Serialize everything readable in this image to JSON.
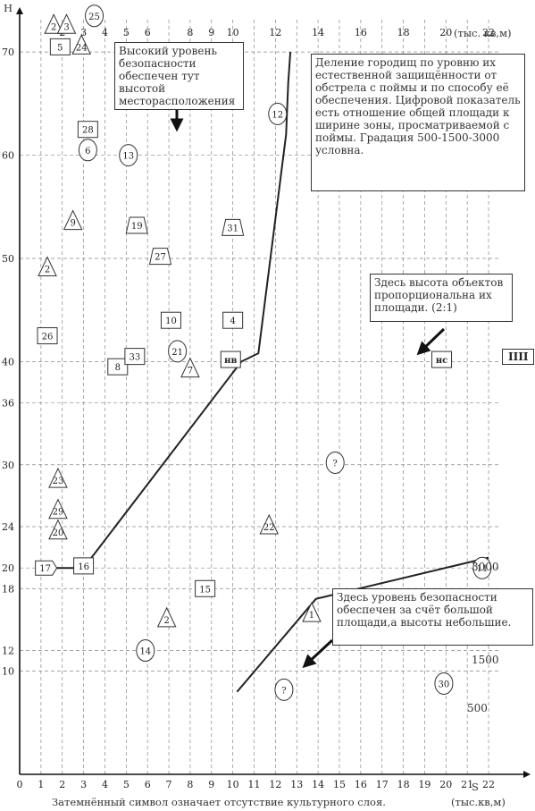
{
  "chart_data": {
    "type": "scatter",
    "x_axis": {
      "label": "S",
      "unit": "(тыс.кв,м)",
      "ticks": [
        0,
        1,
        2,
        3,
        4,
        5,
        6,
        7,
        8,
        9,
        10,
        11,
        12,
        13,
        14,
        15,
        16,
        17,
        18,
        19,
        20,
        21,
        22
      ],
      "xlim": [
        0,
        23.8
      ]
    },
    "x_axis_top": {
      "unit": "(тыс. кв,м)",
      "ticks": [
        2,
        3,
        4,
        5,
        6,
        8,
        9,
        10,
        12,
        14,
        16,
        18,
        20,
        22
      ]
    },
    "y_axis": {
      "label": "H",
      "ticks": [
        10,
        12,
        18,
        20,
        24,
        30,
        36,
        40,
        50,
        60,
        70
      ],
      "ylim": [
        0,
        74
      ]
    },
    "grid": true,
    "series": [
      {
        "points": [
          [
            0.8,
            20
          ],
          [
            3.0,
            20
          ],
          [
            10.4,
            40
          ],
          [
            11.2,
            40.8
          ],
          [
            12.5,
            62
          ],
          [
            12.6,
            67
          ],
          [
            12.7,
            70
          ]
        ]
      },
      {
        "points": [
          [
            10.2,
            8
          ],
          [
            13.9,
            17
          ],
          [
            22,
            21
          ]
        ]
      }
    ],
    "markers": [
      {
        "label": "25",
        "shape": "circle",
        "x": 3.5,
        "y": 73.5
      },
      {
        "label": "2",
        "shape": "triangle",
        "x": 1.6,
        "y": 72.5
      },
      {
        "label": "3",
        "shape": "triangle",
        "x": 2.2,
        "y": 72.5
      },
      {
        "label": "5",
        "shape": "square",
        "x": 1.9,
        "y": 70.5
      },
      {
        "label": "24",
        "shape": "triangle",
        "x": 2.9,
        "y": 70.5
      },
      {
        "label": "28",
        "shape": "square",
        "x": 3.2,
        "y": 62.5
      },
      {
        "label": "6",
        "shape": "circle",
        "x": 3.2,
        "y": 60.5
      },
      {
        "label": "13",
        "shape": "circle",
        "x": 5.1,
        "y": 60
      },
      {
        "label": "12",
        "shape": "circle",
        "x": 12.1,
        "y": 64
      },
      {
        "label": "9",
        "shape": "triangle",
        "x": 2.5,
        "y": 53.5
      },
      {
        "label": "19",
        "shape": "trapezoid",
        "x": 5.5,
        "y": 53.2
      },
      {
        "label": "31",
        "shape": "trapezoid",
        "x": 10.0,
        "y": 53
      },
      {
        "label": "2",
        "shape": "triangle",
        "x": 1.3,
        "y": 49
      },
      {
        "label": "27",
        "shape": "trapezoid",
        "x": 6.6,
        "y": 50.2
      },
      {
        "label": "10",
        "shape": "square",
        "x": 7.1,
        "y": 44
      },
      {
        "label": "4",
        "shape": "square",
        "x": 10.0,
        "y": 44
      },
      {
        "label": "26",
        "shape": "square",
        "x": 1.3,
        "y": 42.5
      },
      {
        "label": "8",
        "shape": "square",
        "x": 4.6,
        "y": 39.5
      },
      {
        "label": "33",
        "shape": "square",
        "x": 5.4,
        "y": 40.5
      },
      {
        "label": "21",
        "shape": "circle",
        "x": 7.4,
        "y": 41
      },
      {
        "label": "7",
        "shape": "triangle",
        "x": 8.0,
        "y": 39.2
      },
      {
        "label": "нв",
        "shape": "square",
        "x": 9.9,
        "y": 40.2
      },
      {
        "label": "нс",
        "shape": "square",
        "x": 19.8,
        "y": 40.2
      },
      {
        "label": "23",
        "shape": "triangle",
        "x": 1.8,
        "y": 28.5
      },
      {
        "label": "29",
        "shape": "triangle",
        "x": 1.8,
        "y": 25.5
      },
      {
        "label": "20",
        "shape": "triangle",
        "x": 1.8,
        "y": 23.5
      },
      {
        "label": "22",
        "shape": "triangle",
        "x": 11.7,
        "y": 24
      },
      {
        "label": "?",
        "shape": "circle",
        "x": 14.8,
        "y": 30.2
      },
      {
        "label": "17",
        "shape": "pentagon",
        "x": 1.2,
        "y": 20
      },
      {
        "label": "16",
        "shape": "square",
        "x": 3.0,
        "y": 20.2
      },
      {
        "label": "15",
        "shape": "square",
        "x": 8.7,
        "y": 18
      },
      {
        "label": "11",
        "shape": "circle",
        "x": 21.7,
        "y": 20
      },
      {
        "label": "2",
        "shape": "triangle",
        "x": 6.9,
        "y": 15
      },
      {
        "label": "1",
        "shape": "triangle",
        "x": 13.7,
        "y": 15.5
      },
      {
        "label": "14",
        "shape": "circle",
        "x": 5.9,
        "y": 12
      },
      {
        "label": "?",
        "shape": "circle",
        "x": 12.4,
        "y": 8.2
      },
      {
        "label": "30",
        "shape": "circle",
        "x": 19.9,
        "y": 8.8
      }
    ],
    "gradation_labels": [
      "3000",
      "1500",
      "500"
    ],
    "side_label": "IIII",
    "annotations": [
      "Высокий уровень безопасности обеспечен тут высотой месторасположения",
      "Деление городищ по уровню их естественной защищённости от обстрела с поймы и по способу её обеспечения. Цифровой показатель есть отношение общей площади к ширине зоны, просматриваемой с поймы. Градация 500-1500-3000 условна.",
      "Здесь высота объектов пропорциональна их площади. (2:1)",
      "Здесь уровень безопасности обеспечен за счёт большой площади,а высоты небольшие."
    ],
    "caption": "Затемнённый символ означает отсутствие культурного слоя."
  }
}
